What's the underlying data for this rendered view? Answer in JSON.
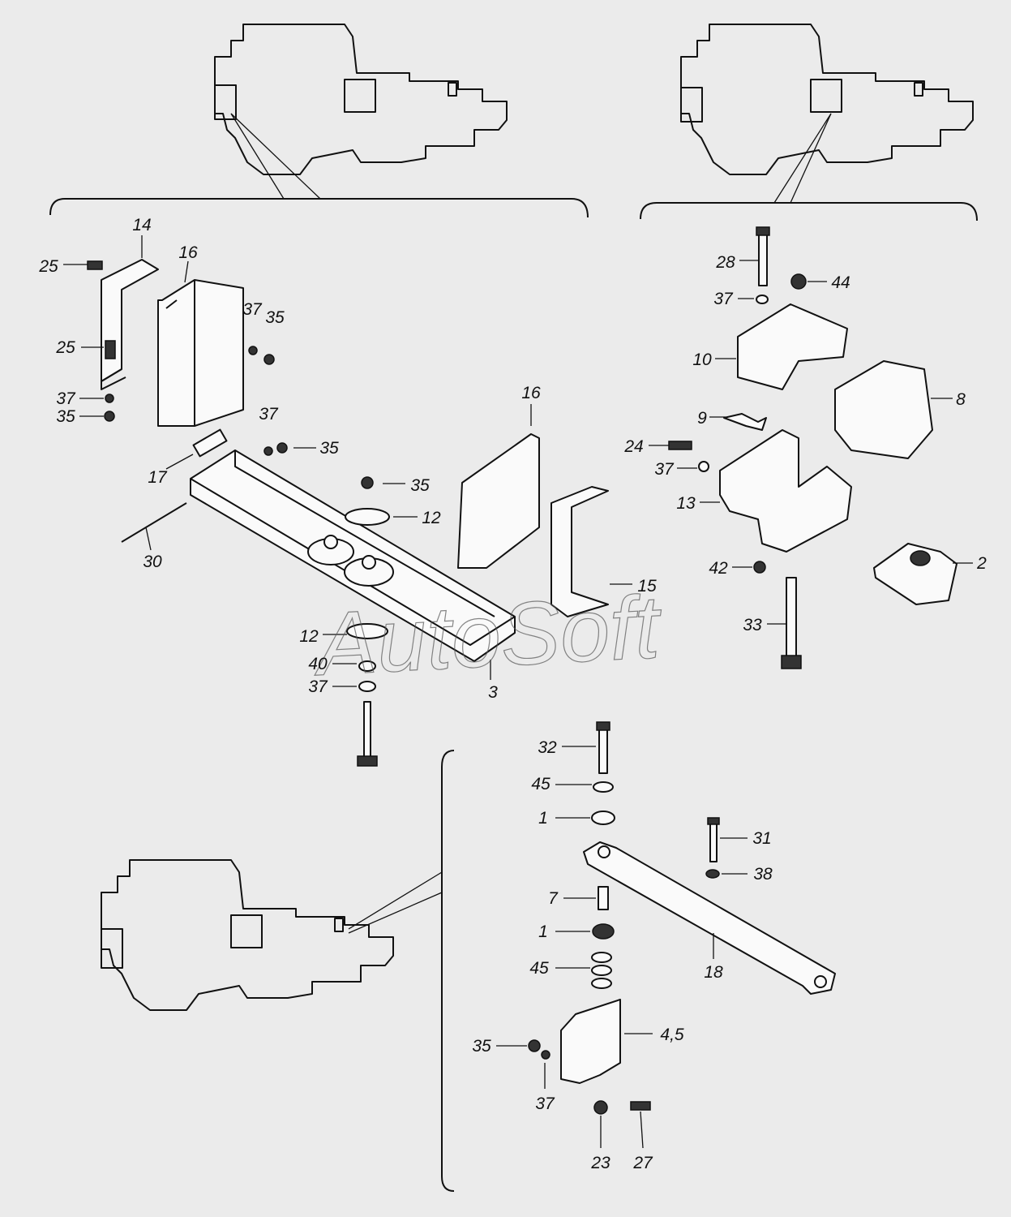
{
  "watermark": "AutoSoft",
  "labels": [
    "14",
    "25",
    "16",
    "37",
    "35",
    "25",
    "37",
    "35",
    "37",
    "35",
    "16",
    "17",
    "35",
    "12",
    "30",
    "15",
    "12",
    "40",
    "37",
    "3",
    "28",
    "44",
    "37",
    "10",
    "8",
    "9",
    "24",
    "37",
    "13",
    "2",
    "42",
    "33",
    "32",
    "45",
    "1",
    "31",
    "38",
    "7",
    "1",
    "45",
    "18",
    "4,5",
    "35",
    "37",
    "23",
    "27"
  ]
}
